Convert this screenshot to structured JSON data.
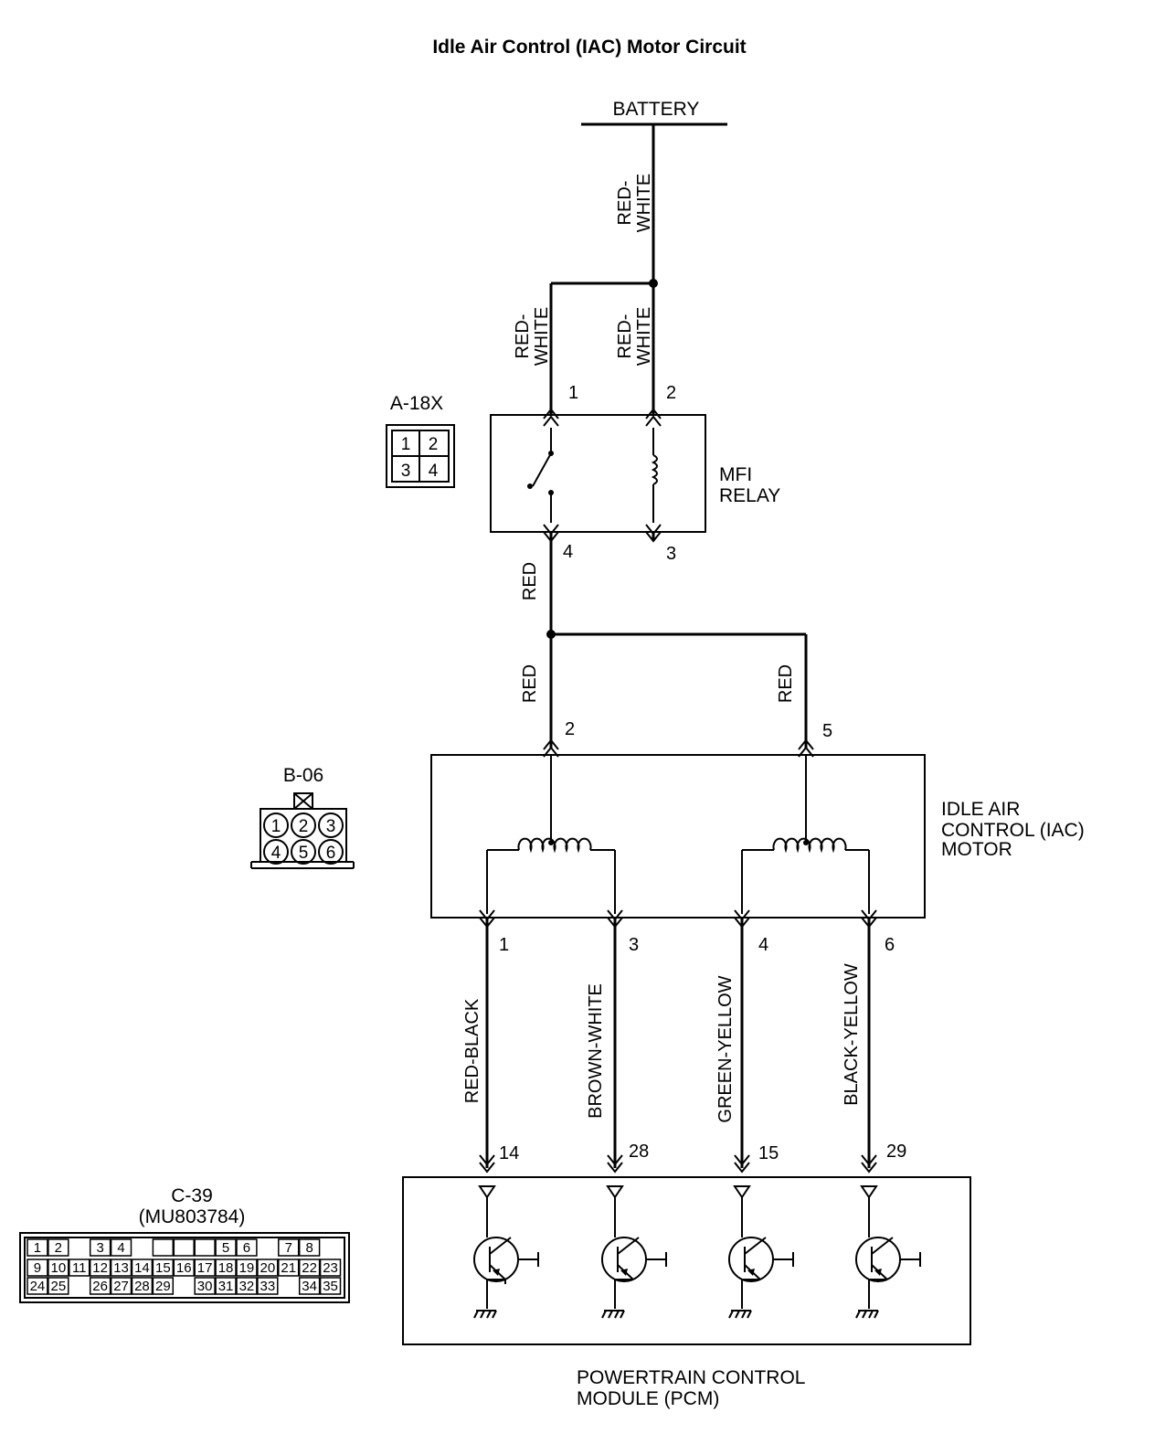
{
  "title": "Idle Air Control (IAC) Motor Circuit",
  "battery": {
    "label": "BATTERY"
  },
  "wires": {
    "battery_feed": "RED-\nWHITE",
    "relay_pin1": "RED-\nWHITE",
    "relay_pin2": "RED-\nWHITE",
    "relay_out": "RED",
    "iac_pin2": "RED",
    "iac_pin5": "RED",
    "pcm_14": "RED-BLACK",
    "pcm_28": "BROWN-WHITE",
    "pcm_15": "GREEN-YELLOW",
    "pcm_29": "BLACK-YELLOW"
  },
  "relay": {
    "connector": "A-18X",
    "name_line1": "MFI",
    "name_line2": "RELAY",
    "pins": {
      "p1": "1",
      "p2": "2",
      "p3": "3",
      "p4": "4"
    },
    "connector_cells": [
      "1",
      "2",
      "3",
      "4"
    ]
  },
  "iac": {
    "connector": "B-06",
    "name_line1": "IDLE AIR",
    "name_line2": "CONTROL (IAC)",
    "name_line3": "MOTOR",
    "pins": {
      "p1": "1",
      "p2": "2",
      "p3": "3",
      "p4": "4",
      "p5": "5",
      "p6": "6"
    },
    "connector_cells": [
      "1",
      "2",
      "3",
      "4",
      "5",
      "6"
    ]
  },
  "pcm": {
    "connector": "C-39",
    "part_number": "(MU803784)",
    "name_line1": "POWERTRAIN CONTROL",
    "name_line2": "MODULE (PCM)",
    "pins": {
      "p14": "14",
      "p28": "28",
      "p15": "15",
      "p29": "29"
    },
    "connector_rows": [
      [
        "1",
        "2",
        "",
        "3",
        "4",
        "",
        "",
        "",
        "",
        "5",
        "6",
        "",
        "7",
        "8"
      ],
      [
        "9",
        "10",
        "11",
        "12",
        "13",
        "14",
        "15",
        "16",
        "17",
        "18",
        "19",
        "20",
        "21",
        "22",
        "23"
      ],
      [
        "24",
        "25",
        "",
        "26",
        "27",
        "28",
        "29",
        "",
        "30",
        "31",
        "32",
        "33",
        "",
        "34",
        "35"
      ]
    ]
  }
}
